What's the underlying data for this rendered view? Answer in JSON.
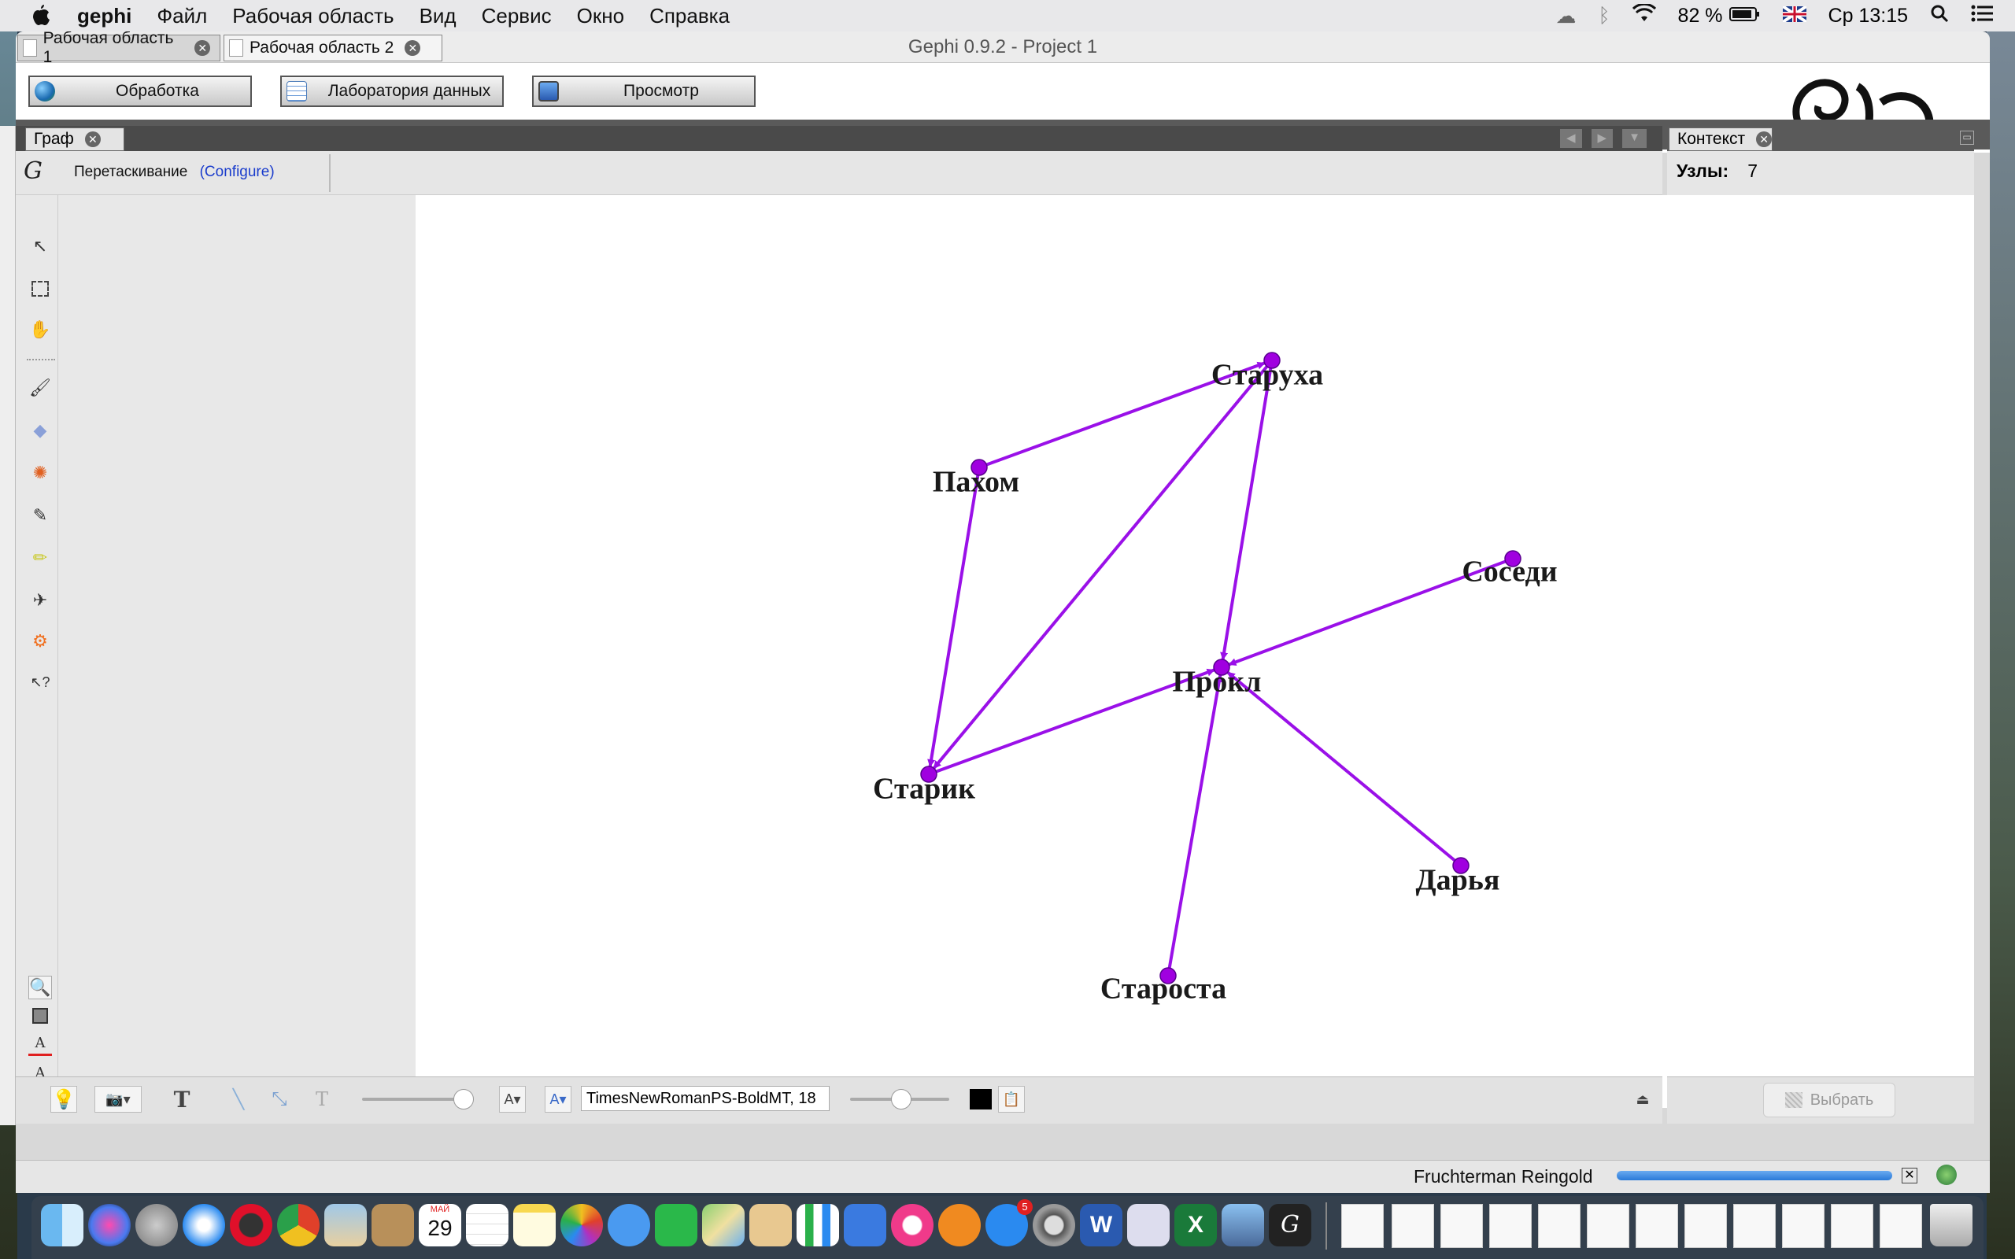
{
  "menubar": {
    "app_name": "gephi",
    "items": [
      "Файл",
      "Рабочая область",
      "Вид",
      "Сервис",
      "Окно",
      "Справка"
    ],
    "battery": "82 %",
    "clock": "Ср 13:15"
  },
  "window": {
    "title": "Gephi 0.9.2 - Project 1"
  },
  "perspectives": [
    {
      "label": "Обработка"
    },
    {
      "label": "Лаборатория данных"
    },
    {
      "label": "Просмотр"
    }
  ],
  "workspace_tabs": [
    {
      "label": "Рабочая область 1",
      "active": false
    },
    {
      "label": "Рабочая область 2",
      "active": true
    }
  ],
  "graph_panel": {
    "tab_label": "Граф",
    "tool_label": "Перетаскивание",
    "configure_label": "(Configure)"
  },
  "context_panel": {
    "tab_label": "Контекст",
    "nodes_label": "Узлы:",
    "nodes_value": "7"
  },
  "bottom_toolbar": {
    "font_value": "TimesNewRomanPS-BoldMT, 18",
    "select_label": "Выбрать",
    "edge_color": "#000000"
  },
  "status": {
    "layout_name": "Fruchterman Reingold",
    "progress": 1.0
  },
  "dock": {
    "calendar_month": "МАЙ",
    "calendar_day": "29",
    "appstore_badge": "5"
  },
  "graph": {
    "node_color": "#a000e0",
    "edge_color": "#9a10e8",
    "nodes": [
      {
        "id": "staruha",
        "label": "Старуха"
      },
      {
        "id": "pahom",
        "label": "Пахом"
      },
      {
        "id": "sosedi",
        "label": "Соседи"
      },
      {
        "id": "prokl",
        "label": "Прокл"
      },
      {
        "id": "starik",
        "label": "Старик"
      },
      {
        "id": "darya",
        "label": "Дарья"
      },
      {
        "id": "starosta",
        "label": "Староста"
      }
    ],
    "edges": [
      {
        "from": "pahom",
        "to": "staruha"
      },
      {
        "from": "pahom",
        "to": "starik"
      },
      {
        "from": "staruha",
        "to": "starik"
      },
      {
        "from": "staruha",
        "to": "prokl"
      },
      {
        "from": "sosedi",
        "to": "prokl"
      },
      {
        "from": "starik",
        "to": "prokl"
      },
      {
        "from": "darya",
        "to": "prokl"
      },
      {
        "from": "starosta",
        "to": "prokl"
      }
    ]
  }
}
